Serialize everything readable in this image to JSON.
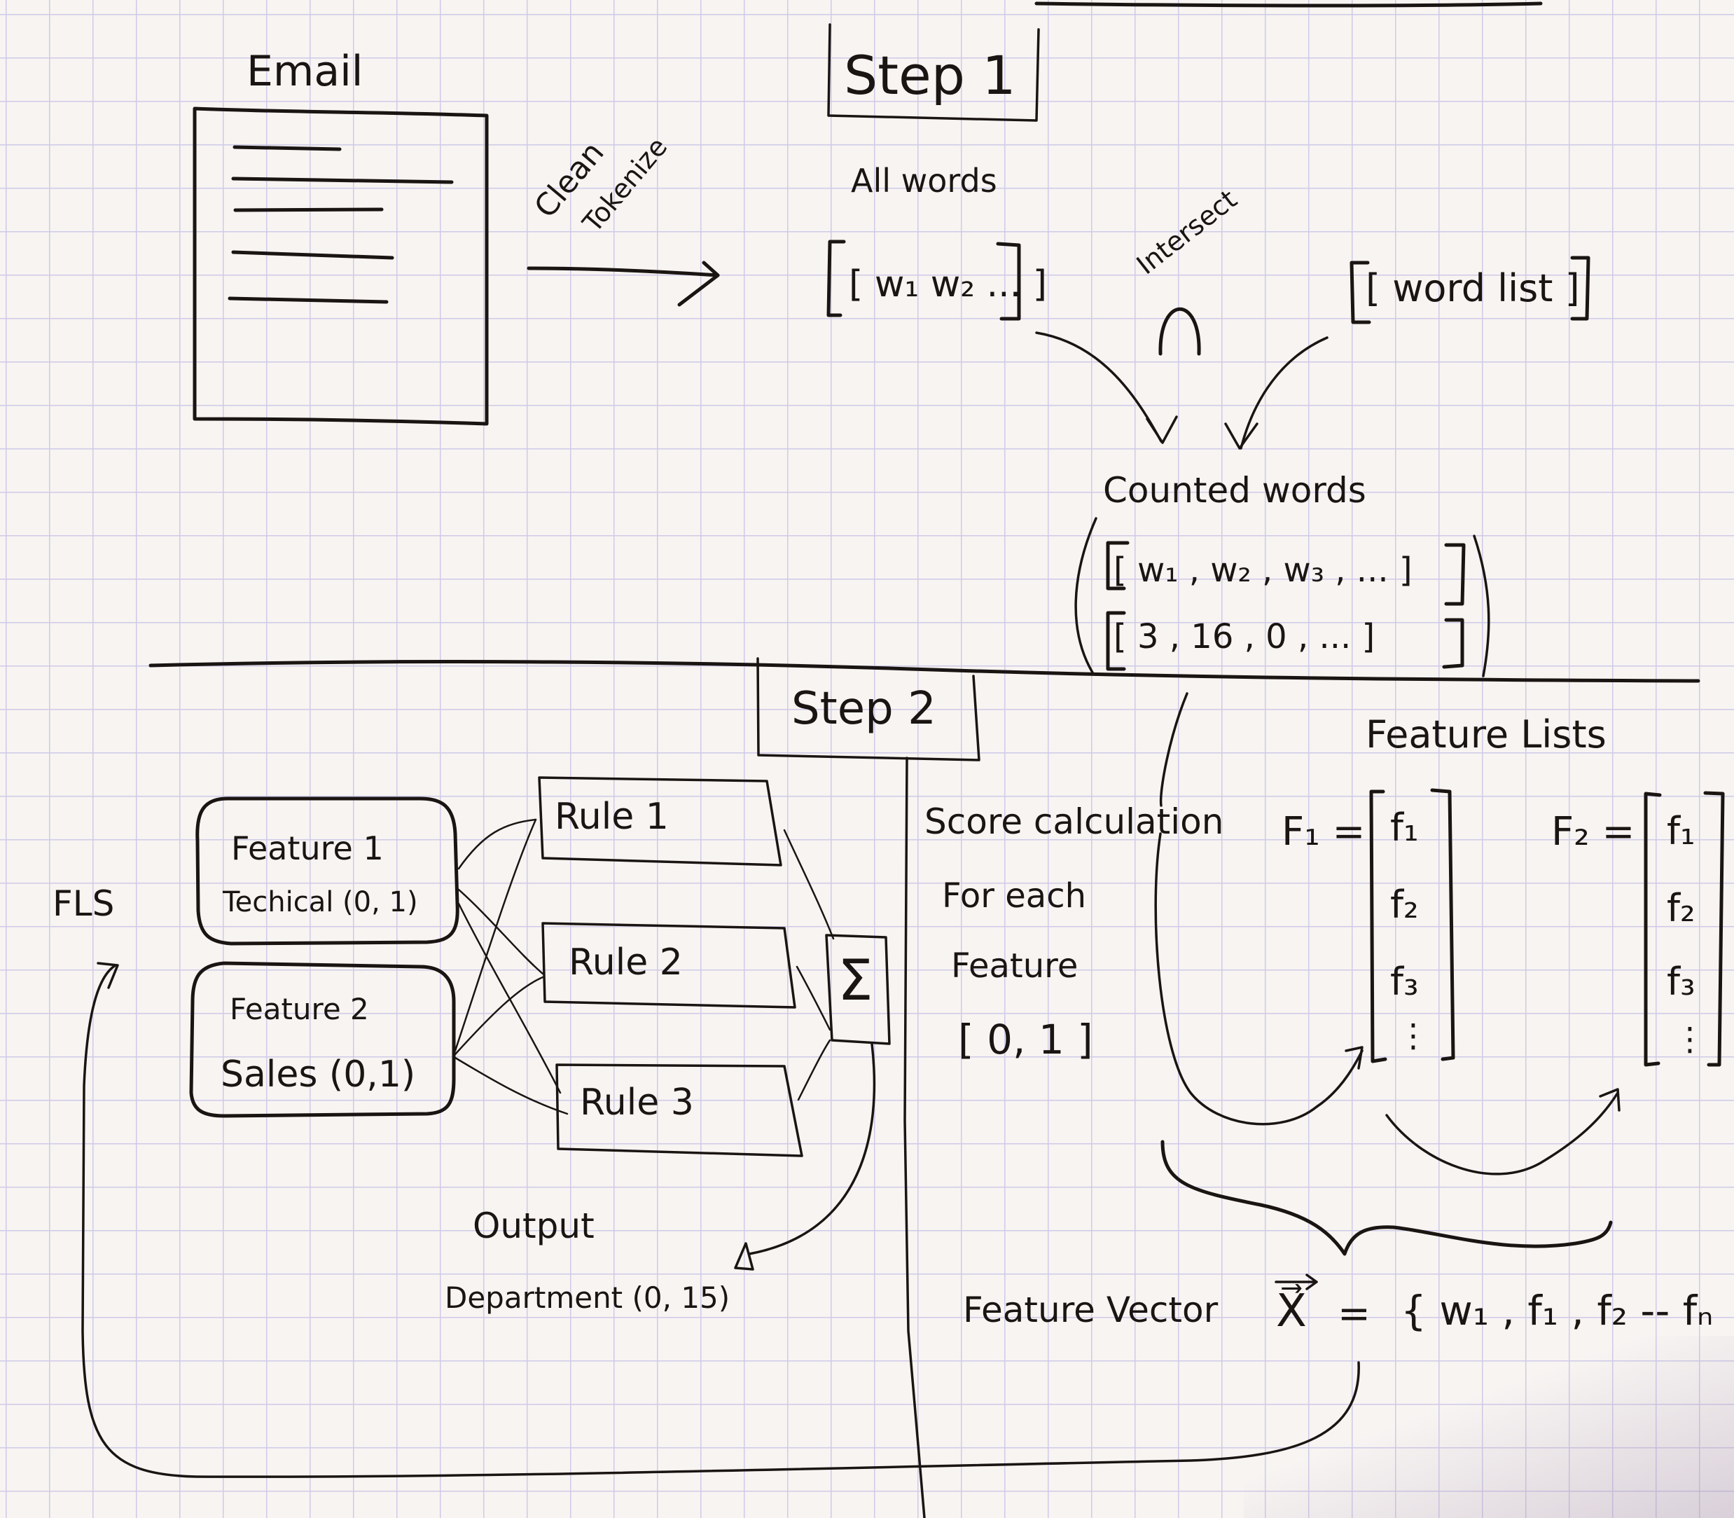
{
  "step1": {
    "title": "Step 1",
    "email": {
      "label": "Email",
      "lines": 5
    },
    "transform_label_1": "Clean",
    "transform_label_2": "Tokenize",
    "all_words": {
      "label": "All words",
      "vector": "[ w₁  w₂ ... ]"
    },
    "intersect": {
      "label": "Intersect",
      "symbol": "∩"
    },
    "word_list": "[ word list ]",
    "counted_words": {
      "label": "Counted words",
      "words_row": "[ w₁ , w₂ , w₃ , ... ]",
      "counts_row": "[ 3 , 16 , 0 , ... ]"
    }
  },
  "step2": {
    "title": "Step 2",
    "fls_label": "FLS",
    "features": [
      {
        "name": "Feature 1",
        "desc": "Techical (0, 1)"
      },
      {
        "name": "Feature 2",
        "desc": "Sales (0,1)"
      }
    ],
    "rules": [
      {
        "label": "Rule 1"
      },
      {
        "label": "Rule 2"
      },
      {
        "label": "Rule 3"
      }
    ],
    "sum_symbol": "Σ",
    "output": {
      "label": "Output",
      "value": "Department (0, 15)"
    },
    "score_calculation": {
      "title": "Score calculation",
      "line1": "For each",
      "line2": "Feature",
      "range": "[ 0, 1 ]"
    },
    "feature_lists": {
      "title": "Feature Lists",
      "lists": [
        {
          "name": "F₁ =",
          "items": [
            "f₁",
            "f₂",
            "f₃",
            "⋮"
          ]
        },
        {
          "name": "F₂ =",
          "items": [
            "f₁",
            "f₂",
            "f₃",
            "⋮"
          ]
        }
      ]
    },
    "feature_vector": {
      "label": "Feature Vector",
      "symbol": "X⃗",
      "equals": "=",
      "expression": "{ w₁ , f₁ , f₂ -- fₙ"
    }
  }
}
